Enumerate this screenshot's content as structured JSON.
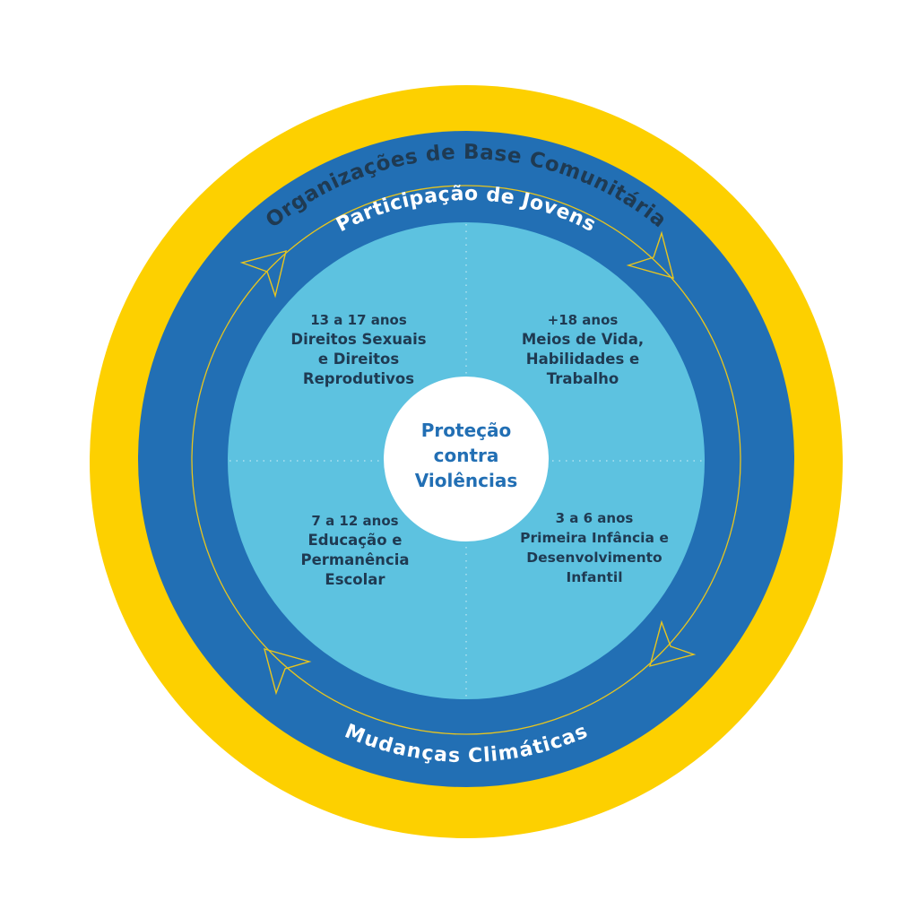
{
  "diagram": {
    "outer_ring": {
      "label": "Organizações de Base Comunitária",
      "color": "#FDD000",
      "text_color": "#1F3A52"
    },
    "middle_ring": {
      "top_label": "Participação de Jovens",
      "bottom_label": "Mudanças Climáticas",
      "color": "#226FB4",
      "text_color": "#FFFFFF",
      "cycle_line_color": "#E8C51E"
    },
    "inner_circle": {
      "color": "#5DC2E0"
    },
    "center": {
      "label": "Proteção\ncontra\nViolências",
      "color": "#FFFFFF",
      "text_color": "#226FB4"
    },
    "quadrants": [
      {
        "position": "top-left",
        "age": "13 a 17 anos",
        "title": "Direitos Sexuais\ne Direitos\nReprodutivos"
      },
      {
        "position": "top-right",
        "age": "+18 anos",
        "title": "Meios de Vida,\nHabilidades e\nTrabalho"
      },
      {
        "position": "bottom-left",
        "age": "7 a 12 anos",
        "title": "Educação e\nPermanência\nEscolar"
      },
      {
        "position": "bottom-right",
        "age": "3 a 6 anos",
        "title": "Primeira Infância e\nDesenvolvimento\nInfantil"
      }
    ],
    "cycle_direction": "clockwise"
  }
}
